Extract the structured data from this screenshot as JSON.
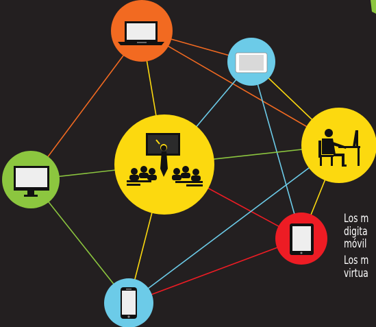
{
  "diagram": {
    "nodes": [
      {
        "id": "laptop",
        "icon": "laptop-icon",
        "color": "#f26a21"
      },
      {
        "id": "tablet-landscape",
        "icon": "tablet-landscape-icon",
        "color": "#6ccbe8"
      },
      {
        "id": "person-at-desk",
        "icon": "person-at-desk-icon",
        "color": "#fcd90f"
      },
      {
        "id": "classroom",
        "icon": "classroom-icon",
        "color": "#fcd90f"
      },
      {
        "id": "desktop-monitor",
        "icon": "desktop-monitor-icon",
        "color": "#8cc63f"
      },
      {
        "id": "tablet",
        "icon": "tablet-icon",
        "color": "#ed1c24"
      },
      {
        "id": "smartphone",
        "icon": "smartphone-icon",
        "color": "#6ccbe8"
      }
    ],
    "edge_colors": {
      "orange": "#f26a21",
      "blue": "#6ccbe8",
      "yellow": "#fcd90f",
      "green": "#8cc63f",
      "red": "#ed1c24"
    }
  },
  "text": {
    "para1_line1": "Los m",
    "para1_line2": "digita",
    "para1_line3": "móvil",
    "para2_line1": "Los m",
    "para2_line2": "virtua"
  }
}
